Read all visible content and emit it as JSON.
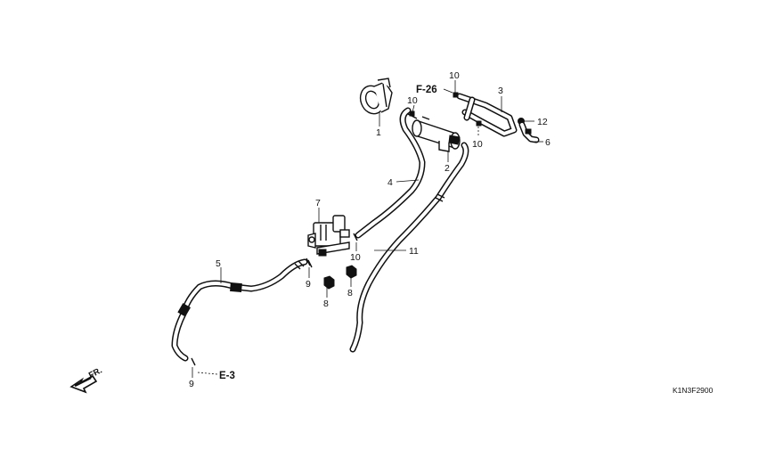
{
  "diagram": {
    "callouts": [
      {
        "id": "c1",
        "label": "1"
      },
      {
        "id": "c2",
        "label": "2"
      },
      {
        "id": "c3",
        "label": "3"
      },
      {
        "id": "c4",
        "label": "4"
      },
      {
        "id": "c5",
        "label": "5"
      },
      {
        "id": "c6",
        "label": "6"
      },
      {
        "id": "c7",
        "label": "7"
      },
      {
        "id": "c8a",
        "label": "8"
      },
      {
        "id": "c8b",
        "label": "8"
      },
      {
        "id": "c9a",
        "label": "9"
      },
      {
        "id": "c9b",
        "label": "9"
      },
      {
        "id": "c10a",
        "label": "10"
      },
      {
        "id": "c10b",
        "label": "10"
      },
      {
        "id": "c10c",
        "label": "10"
      },
      {
        "id": "c10d",
        "label": "10"
      },
      {
        "id": "c11",
        "label": "11"
      },
      {
        "id": "c12",
        "label": "12"
      }
    ],
    "refs": {
      "f26": "F-26",
      "e3": "E-3"
    },
    "front_label": "FR.",
    "diagram_code": "K1N3F2900"
  }
}
